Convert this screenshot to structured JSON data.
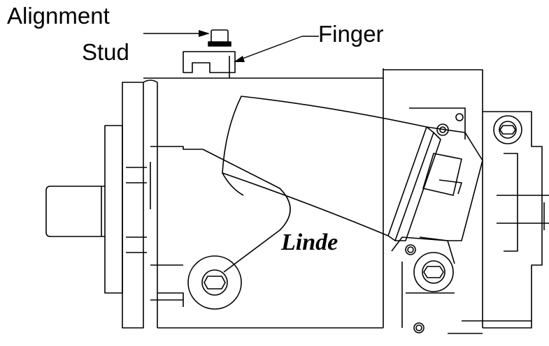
{
  "labels": {
    "alignment_line1": "Alignment",
    "alignment_line2": "Stud",
    "finger": "Finger"
  },
  "logo": {
    "text": "Linde"
  },
  "colors": {
    "line": "#000000",
    "background": "#ffffff"
  }
}
